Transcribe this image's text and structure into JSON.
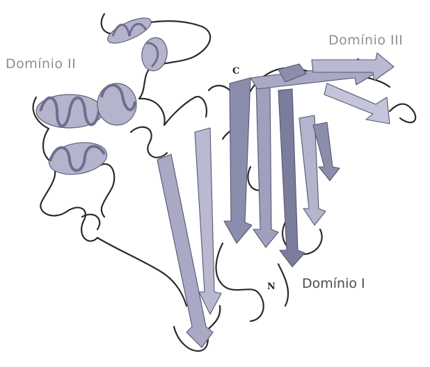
{
  "figure": {
    "labels": {
      "domain2": "Domínio II",
      "domain3": "Domínio III",
      "domain1": "Domínio I",
      "c_terminus": "C",
      "n_terminus": "N"
    },
    "colors": {
      "strand": "#a9a9c6",
      "strand_dark": "#7c7c9c",
      "helix": "#b4b4cc",
      "helix_dark": "#6e6e8e",
      "coil": "#2a2a2a",
      "label_light": "#8f8f8f",
      "label_dark": "#4a4a4a"
    }
  }
}
